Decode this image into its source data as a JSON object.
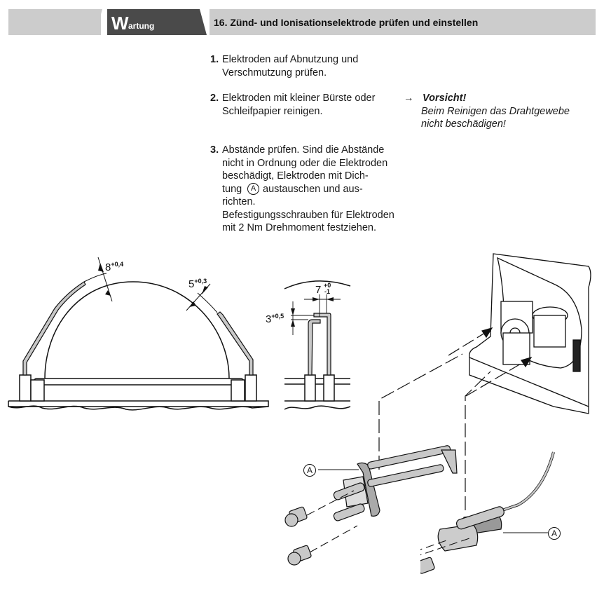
{
  "header": {
    "section_tab_initial": "W",
    "section_tab_rest": "artung",
    "title": "16. Zünd- und Ionisationselektrode prüfen und einstellen"
  },
  "steps": [
    {
      "number": "1.",
      "lines": [
        "Elektroden auf Abnutzung und",
        "Verschmutzung prüfen."
      ]
    },
    {
      "number": "2.",
      "lines": [
        "Elektroden mit kleiner Bürste oder",
        "Schleifpapier reinigen."
      ]
    },
    {
      "number": "3.",
      "lines": [
        "Abstände prüfen. Sind die Abstände",
        "nicht in Ordnung oder die Elektroden",
        "beschädigt, Elektroden mit Dich-",
        "tung",
        "austauschen und aus-",
        "richten.",
        "Befestigungsschrauben für Elektroden",
        "mit 2 Nm Drehmoment festziehen."
      ]
    }
  ],
  "caution": {
    "arrow": "→",
    "heading": "Vorsicht!",
    "body_lines": [
      "Beim Reinigen das Drahtgewebe",
      "nicht beschädigen!"
    ]
  },
  "callout_label": "A",
  "dimensions": {
    "d1_value": "8",
    "d1_tol": "+0,4",
    "d2_value": "5",
    "d2_tol": "+0,3",
    "d3_value": "7",
    "d3_tol_upper": "+0",
    "d3_tol_lower": "-1",
    "d4_value": "3",
    "d4_tol": "+0,5"
  },
  "colors": {
    "header_gray": "#cccccc",
    "tab_dark": "#4a4a4a",
    "electrode_fill": "#c8c8c8"
  }
}
